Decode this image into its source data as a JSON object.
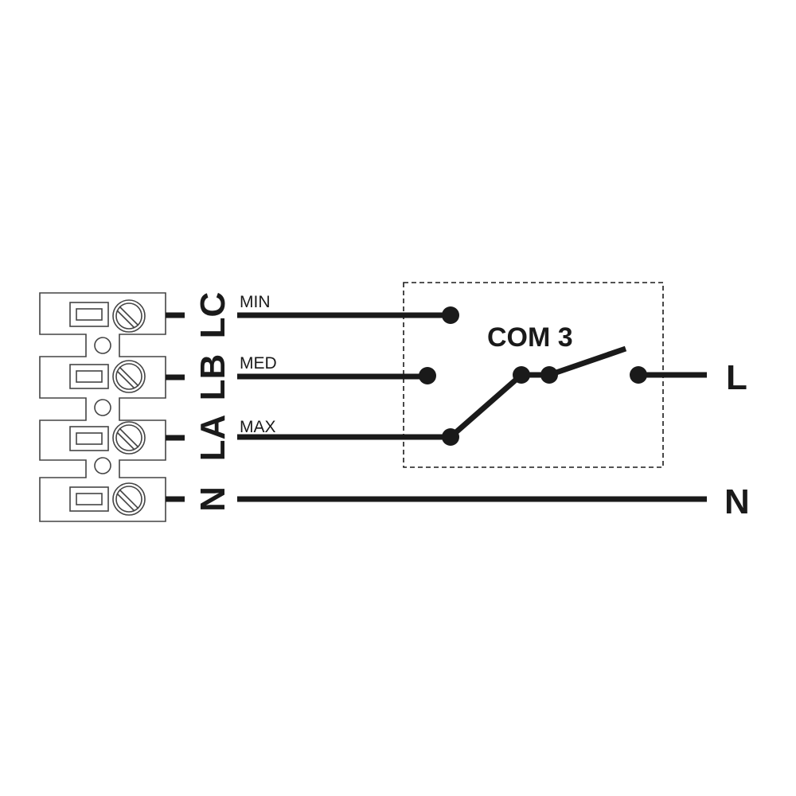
{
  "terminal_block": {
    "terminals": [
      {
        "id": "lc",
        "label": "LC",
        "wire_label": "MIN"
      },
      {
        "id": "lb",
        "label": "LB",
        "wire_label": "MED"
      },
      {
        "id": "la",
        "label": "LA",
        "wire_label": "MAX"
      },
      {
        "id": "n",
        "label": "N",
        "wire_label": ""
      }
    ]
  },
  "switch": {
    "label": "COM 3"
  },
  "supply": {
    "line_label": "L",
    "neutral_label": "N"
  },
  "colors": {
    "ink": "#1a1a1a",
    "outline": "#444444",
    "background": "#ffffff"
  }
}
